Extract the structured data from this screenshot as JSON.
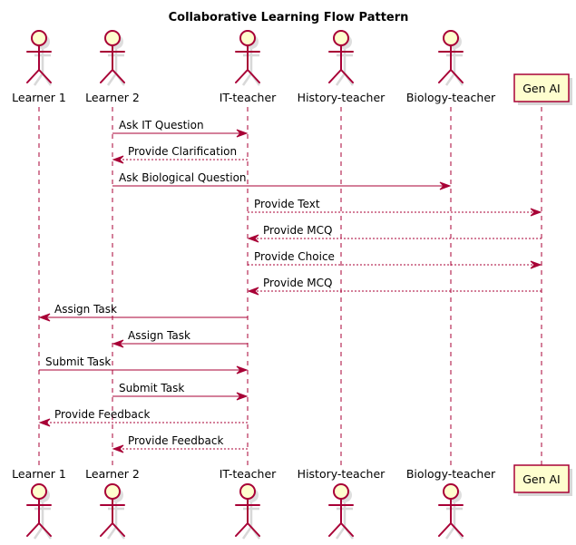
{
  "title": "Collaborative Learning Flow Pattern",
  "colors": {
    "line": "#A80036",
    "fill": "#FEFECE",
    "shadow": "#C8C8C8"
  },
  "participants": [
    {
      "id": "L1",
      "label": "Learner 1",
      "kind": "actor"
    },
    {
      "id": "L2",
      "label": "Learner 2",
      "kind": "actor"
    },
    {
      "id": "IT",
      "label": "IT-teacher",
      "kind": "actor"
    },
    {
      "id": "HT",
      "label": "History-teacher",
      "kind": "actor"
    },
    {
      "id": "BT",
      "label": "Biology-teacher",
      "kind": "actor"
    },
    {
      "id": "AI",
      "label": "Gen AI",
      "kind": "participant"
    }
  ],
  "messages": [
    {
      "from": "L2",
      "to": "IT",
      "label": "Ask IT Question",
      "style": "solid"
    },
    {
      "from": "IT",
      "to": "L2",
      "label": "Provide Clarification",
      "style": "dashed"
    },
    {
      "from": "L2",
      "to": "BT",
      "label": "Ask Biological Question",
      "style": "solid"
    },
    {
      "from": "IT",
      "to": "AI",
      "label": "Provide Text",
      "style": "dashed"
    },
    {
      "from": "AI",
      "to": "IT",
      "label": "Provide MCQ",
      "style": "dashed"
    },
    {
      "from": "IT",
      "to": "AI",
      "label": "Provide Choice",
      "style": "dashed"
    },
    {
      "from": "AI",
      "to": "IT",
      "label": "Provide MCQ",
      "style": "dashed"
    },
    {
      "from": "IT",
      "to": "L1",
      "label": "Assign Task",
      "style": "solid"
    },
    {
      "from": "IT",
      "to": "L2",
      "label": "Assign Task",
      "style": "solid"
    },
    {
      "from": "L1",
      "to": "IT",
      "label": "Submit Task",
      "style": "solid"
    },
    {
      "from": "L2",
      "to": "IT",
      "label": "Submit Task",
      "style": "solid"
    },
    {
      "from": "IT",
      "to": "L1",
      "label": "Provide Feedback",
      "style": "dashed"
    },
    {
      "from": "IT",
      "to": "L2",
      "label": "Provide Feedback",
      "style": "dashed"
    }
  ]
}
